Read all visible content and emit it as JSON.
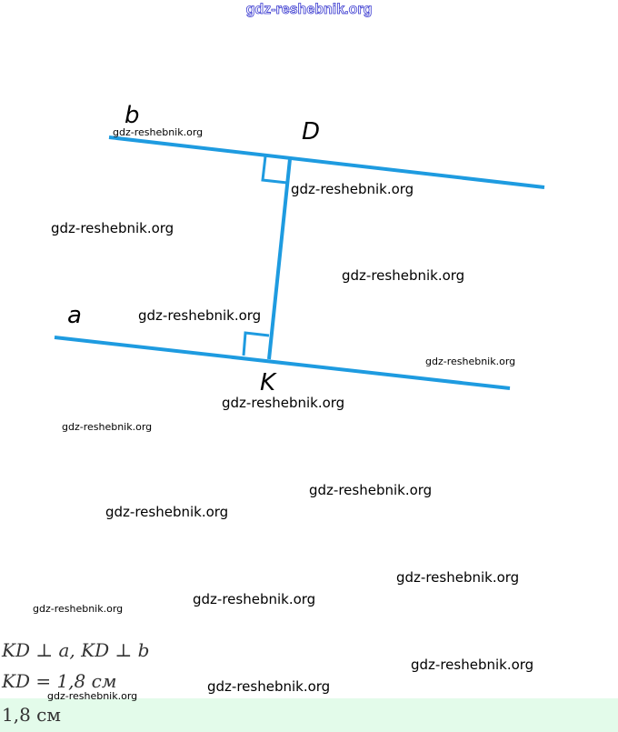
{
  "header_watermark": "gdz-reshebnik.org",
  "diagram": {
    "labels": {
      "b": "b",
      "D": "D",
      "a": "a",
      "K": "K"
    },
    "line_color": "#1e9be0"
  },
  "watermarks": [
    "gdz-reshebnik.org",
    "gdz-reshebnik.org",
    "gdz-reshebnik.org",
    "gdz-reshebnik.org",
    "gdz-reshebnik.org",
    "gdz-reshebnik.org",
    "gdz-reshebnik.org",
    "gdz-reshebnik.org",
    "gdz-reshebnik.org",
    "gdz-reshebnik.org",
    "gdz-reshebnik.org",
    "gdz-reshebnik.org",
    "gdz-reshebnik.org",
    "gdz-reshebnik.org",
    "gdz-reshebnik.org",
    "gdz-reshebnik.org"
  ],
  "given": {
    "line1": "KD ⊥ a, KD ⊥ b",
    "line2": "KD = 1,8 см"
  },
  "answer": "1,8 см"
}
